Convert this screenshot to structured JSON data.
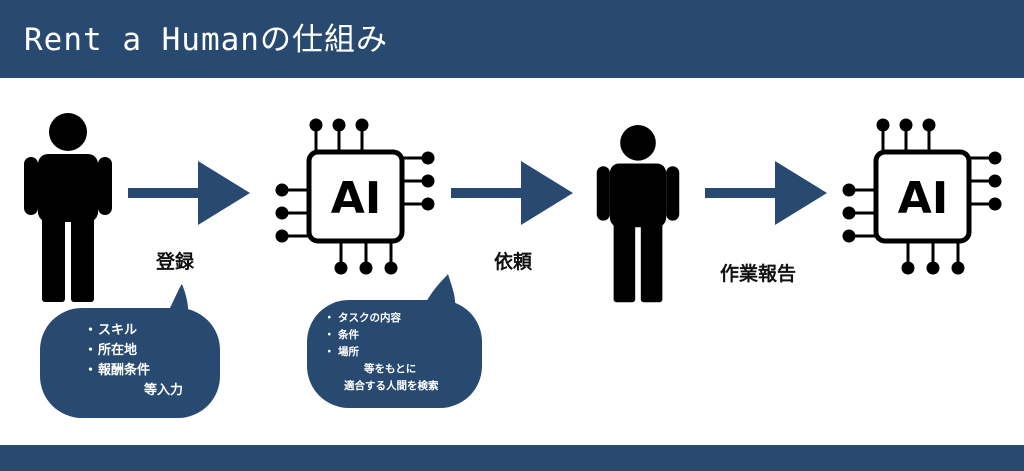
{
  "header": {
    "title": "Rent a Humanの仕組み"
  },
  "colors": {
    "brand": "#284a70",
    "ink": "#000000"
  },
  "steps": {
    "register": "登録",
    "request": "依頼",
    "report": "作業報告"
  },
  "ai_chip": {
    "label": "AI"
  },
  "bubble_human": {
    "items": [
      "スキル",
      "所在地",
      "報酬条件"
    ],
    "suffix": "等入力"
  },
  "bubble_ai": {
    "items": [
      "タスクの内容",
      "条件",
      "場所"
    ],
    "suffix_1": "等をもとに",
    "suffix_2": "適合する人間を検索"
  },
  "icons": [
    "person-icon",
    "arrow-right-icon",
    "ai-chip-icon",
    "speech-bubble"
  ]
}
